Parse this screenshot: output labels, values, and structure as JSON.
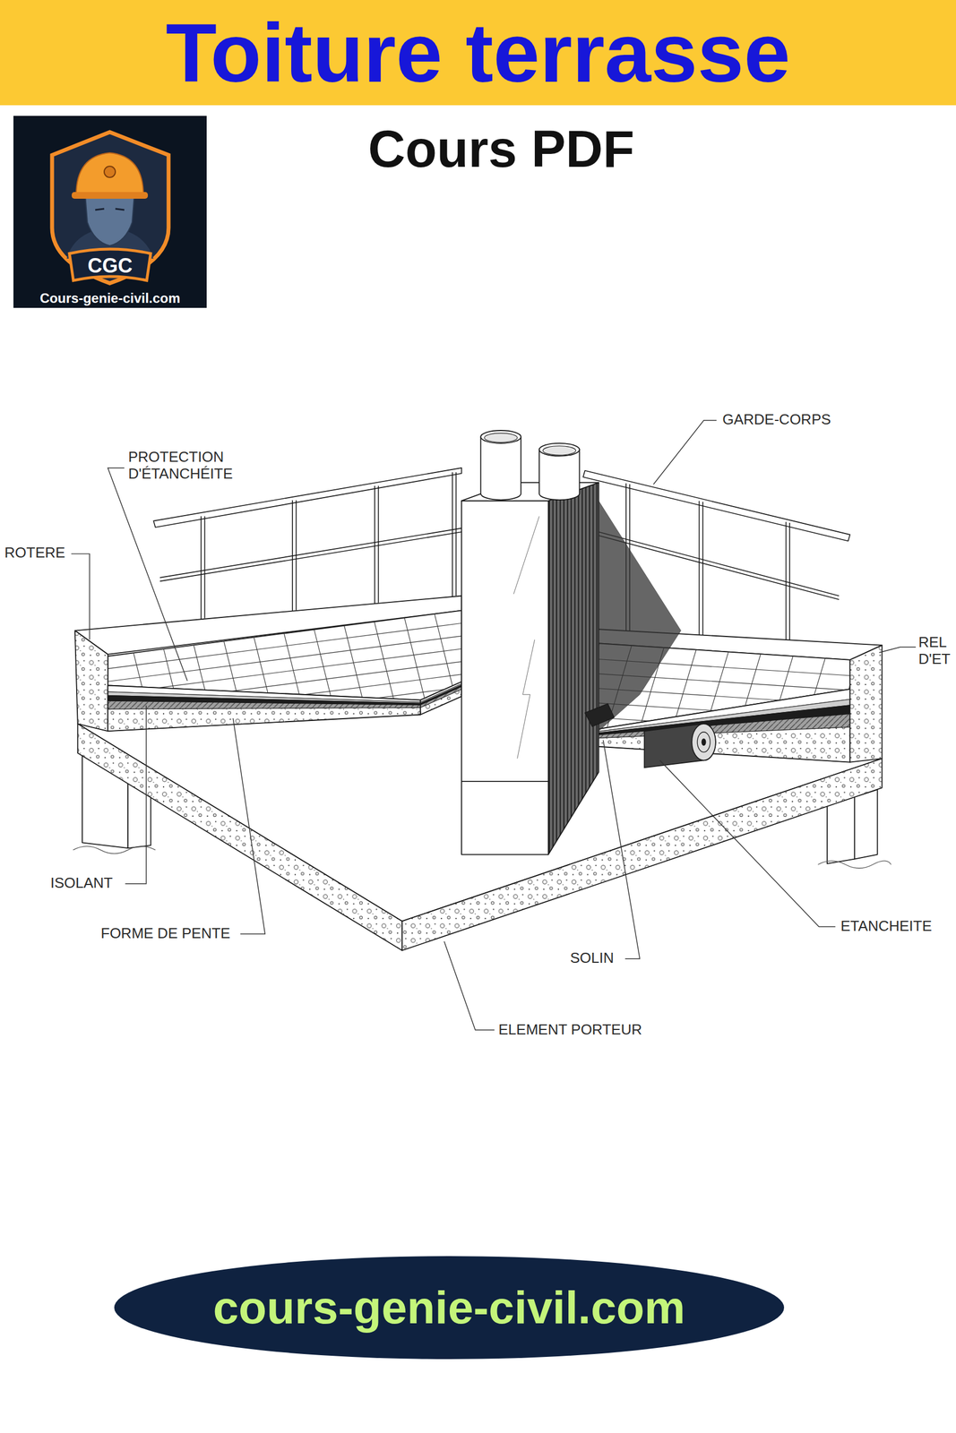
{
  "diagram": {
    "title": "Toiture terrasse",
    "nodes": [
      {
        "text": [
          "CGC",
          "Cours-genie-civil.com"
        ]
      },
      {
        "text": [
          "cours-genie-civil.com"
        ]
      }
    ],
    "labels": [
      "Cours PDF",
      "GARDE-CORPS",
      "PROTECTION D'ÉTANCHÉITE",
      "ROTERE",
      "REL D'ET",
      "ISOLANT",
      "FORME DE PENTE",
      "SOLIN",
      "ETANCHEITE",
      "ELEMENT PORTEUR"
    ]
  }
}
